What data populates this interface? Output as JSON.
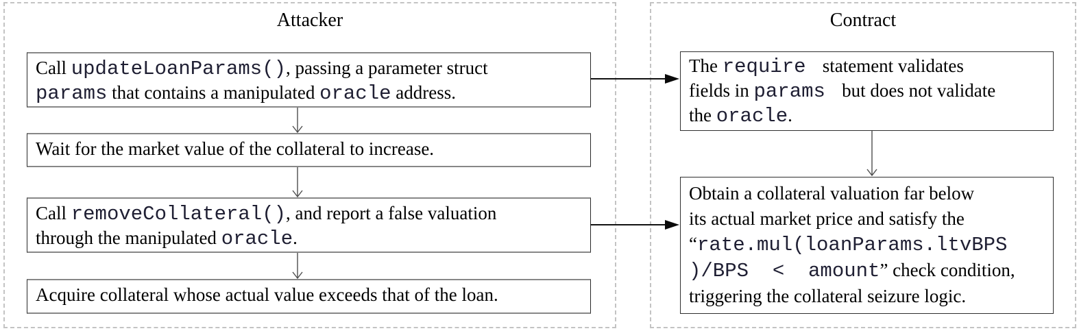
{
  "diagram": {
    "type": "flowchart",
    "colors": {
      "background": "#ffffff",
      "panel_border": "#c3c3c3",
      "box_border": "#2e2e2e",
      "box_border_shadow": "#878787",
      "text": "#000000",
      "code_text": "#1f1f33",
      "connector_line": "#4d4d4d",
      "filled_arrowhead": "#0a0a0a"
    }
  },
  "panels": [
    {
      "title": "Attacker",
      "boxes": [
        {
          "segments": [
            {
              "text": "Call ",
              "code": false
            },
            {
              "text": "updateLoanParams()",
              "code": true
            },
            {
              "text": ", passing a parameter struct\n",
              "code": false
            },
            {
              "text": "params",
              "code": true
            },
            {
              "text": " that contains a manipulated ",
              "code": false
            },
            {
              "text": "oracle",
              "code": true
            },
            {
              "text": " address.",
              "code": false
            }
          ]
        },
        {
          "segments": [
            {
              "text": "Wait for the market value of the collateral to increase.",
              "code": false
            }
          ]
        },
        {
          "segments": [
            {
              "text": "Call ",
              "code": false
            },
            {
              "text": "removeCollateral()",
              "code": true
            },
            {
              "text": ", and report a false valuation\nthrough the manipulated ",
              "code": false
            },
            {
              "text": "oracle",
              "code": true
            },
            {
              "text": ".",
              "code": false
            }
          ]
        },
        {
          "segments": [
            {
              "text": "Acquire collateral whose actual value exceeds that of the loan.",
              "code": false
            }
          ]
        }
      ]
    },
    {
      "title": "Contract",
      "boxes": [
        {
          "segments": [
            {
              "text": "The ",
              "code": false
            },
            {
              "text": "require ",
              "code": true
            },
            {
              "text": " statement validates\nfields in ",
              "code": false
            },
            {
              "text": "params ",
              "code": true
            },
            {
              "text": " but does not validate\nthe ",
              "code": false
            },
            {
              "text": "oracle",
              "code": true
            },
            {
              "text": ".",
              "code": false
            }
          ]
        },
        {
          "segments": [
            {
              "text": "Obtain a collateral valuation far below\nits actual market price and satisfy the\n“",
              "code": false
            },
            {
              "text": "rate.mul(loanParams.ltvBPS\n)/BPS  <  amount",
              "code": true
            },
            {
              "text": "” check condition,\ntriggering the collateral seizure logic.",
              "code": false
            }
          ]
        }
      ]
    }
  ]
}
